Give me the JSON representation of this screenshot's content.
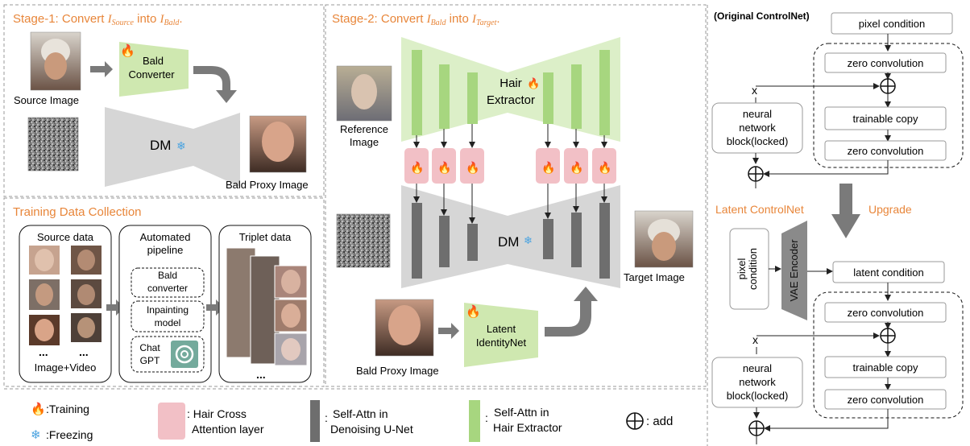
{
  "stage1": {
    "title_prefix": "Stage-1: Convert ",
    "title_var1": "I",
    "title_sub1": "Source",
    "title_mid": " into ",
    "title_var2": "I",
    "title_sub2": "Bald",
    "title_end": ".",
    "source_image_label": "Source Image",
    "bald_converter_line1": "Bald",
    "bald_converter_line2": "Converter",
    "dm_label": "DM",
    "bald_proxy_label": "Bald Proxy Image"
  },
  "stage2": {
    "title_prefix": "Stage-2: Convert ",
    "title_var1": "I",
    "title_sub1": "Bald",
    "title_mid": " into ",
    "title_var2": "I",
    "title_sub2": "Target",
    "title_end": ".",
    "reference_label_line1": "Reference",
    "reference_label_line2": "Image",
    "hair_extractor_line1": "Hair",
    "hair_extractor_line2": "Extractor",
    "dm_label": "DM",
    "target_label": "Target Image",
    "bald_proxy_label": "Bald Proxy Image",
    "latent_identity_line1": "Latent",
    "latent_identity_line2": "IdentityNet"
  },
  "training": {
    "title": "Training Data Collection",
    "source_data": "Source data",
    "image_video": "Image+Video",
    "ellipsis": "...",
    "automated_line1": "Automated",
    "automated_line2": "pipeline",
    "bald_conv_line1": "Bald",
    "bald_conv_line2": "converter",
    "inpaint_line1": "Inpainting",
    "inpaint_line2": "model",
    "chat_line1": "Chat",
    "chat_line2": "GPT",
    "triplet": "Triplet data"
  },
  "legend": {
    "training": ":Training",
    "freezing": ":Freezing",
    "hair_cross_line1": ": Hair Cross",
    "hair_cross_line2": "Attention layer",
    "self_attn_unet_line1": "Self-Attn in",
    "self_attn_unet_line2": "Denoising U-Net",
    "self_attn_hair_line1": "Self-Attn in",
    "self_attn_hair_line2": "Hair Extractor",
    "add": ": add"
  },
  "controlnet": {
    "original_title": "(Original ControlNet)",
    "pixel_condition": "pixel condition",
    "zero_conv": "zero convolution",
    "x": "x",
    "trainable_copy": "trainable copy",
    "neural_line1": "neural",
    "neural_line2": "network",
    "neural_line3": "block(locked)",
    "latent_title": "Latent ControlNet",
    "upgrade": "Upgrade",
    "pixel_cond_line1": "pixel",
    "pixel_cond_line2": "condition",
    "vae_encoder": "VAE Encoder",
    "latent_condition": "latent condition"
  },
  "colors": {
    "orange": "#e8863a",
    "green_attn": "#a7d67f",
    "pink_attn": "#f2c0c6",
    "gray_attn": "#6e6e6e",
    "network_gray": "#d6d6d6"
  },
  "icons": [
    "fire-icon",
    "snowflake-icon",
    "chatgpt-icon",
    "plus-circle-icon"
  ]
}
